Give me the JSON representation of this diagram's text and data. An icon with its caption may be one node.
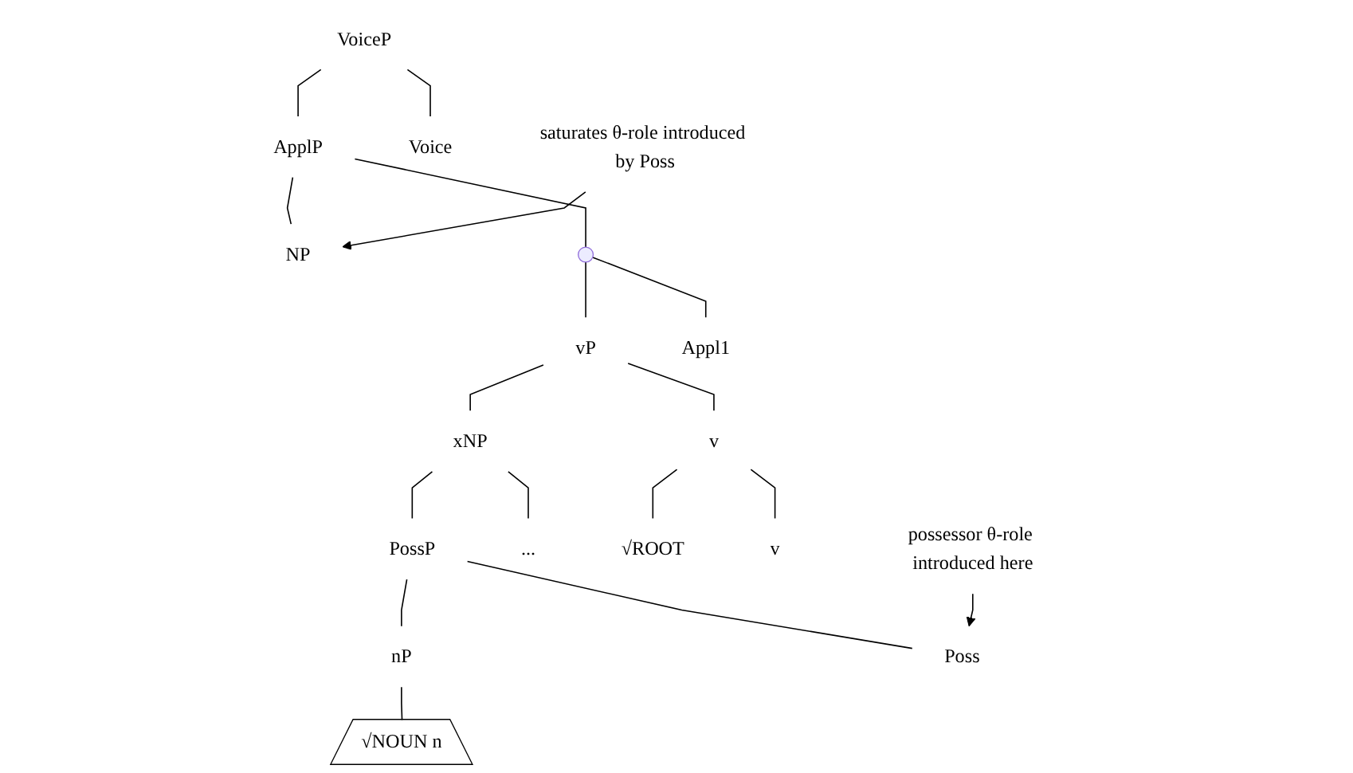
{
  "diagram": {
    "nodes": [
      {
        "text": [
          "VoiceP"
        ]
      },
      {
        "text": [
          "ApplP"
        ]
      },
      {
        "text": [
          "Voice"
        ]
      },
      {
        "text": [
          "saturates θ-role introduced by Poss"
        ]
      },
      {
        "text": [
          "NP"
        ]
      },
      {
        "text": [],
        "shape": "point"
      },
      {
        "text": [
          "vP"
        ]
      },
      {
        "text": [
          "Appl1"
        ]
      },
      {
        "text": [
          "xNP"
        ]
      },
      {
        "text": [
          "v"
        ]
      },
      {
        "text": [
          "PossP"
        ]
      },
      {
        "text": [
          "..."
        ]
      },
      {
        "text": [
          "√ROOT"
        ]
      },
      {
        "text": [
          "v"
        ]
      },
      {
        "text": [
          "nP"
        ]
      },
      {
        "text": [
          "Poss"
        ]
      },
      {
        "text": [
          "possessor θ-role introduced here"
        ]
      },
      {
        "text": [
          "√NOUN n"
        ]
      }
    ],
    "edges": [
      {
        "from": 0,
        "to": 1,
        "arrow": "none"
      },
      {
        "from": 0,
        "to": 2,
        "arrow": "none"
      },
      {
        "from": 1,
        "to": 4,
        "arrow": "none"
      },
      {
        "from": 1,
        "to": 5,
        "arrow": "none"
      },
      {
        "from": 3,
        "to": 4,
        "arrow": "to"
      },
      {
        "from": 5,
        "to": 6,
        "arrow": "none"
      },
      {
        "from": 5,
        "to": 7,
        "arrow": "none"
      },
      {
        "from": 6,
        "to": 8,
        "arrow": "none"
      },
      {
        "from": 6,
        "to": 9,
        "arrow": "none"
      },
      {
        "from": 8,
        "to": 10,
        "arrow": "none"
      },
      {
        "from": 8,
        "to": 11,
        "arrow": "none"
      },
      {
        "from": 9,
        "to": 12,
        "arrow": "none"
      },
      {
        "from": 9,
        "to": 13,
        "arrow": "none"
      },
      {
        "from": 10,
        "to": 14,
        "arrow": "none"
      },
      {
        "from": 10,
        "to": 15,
        "arrow": "none"
      },
      {
        "from": 16,
        "to": 15,
        "arrow": "to"
      },
      {
        "from": 14,
        "to": 17,
        "arrow": "none"
      }
    ]
  }
}
